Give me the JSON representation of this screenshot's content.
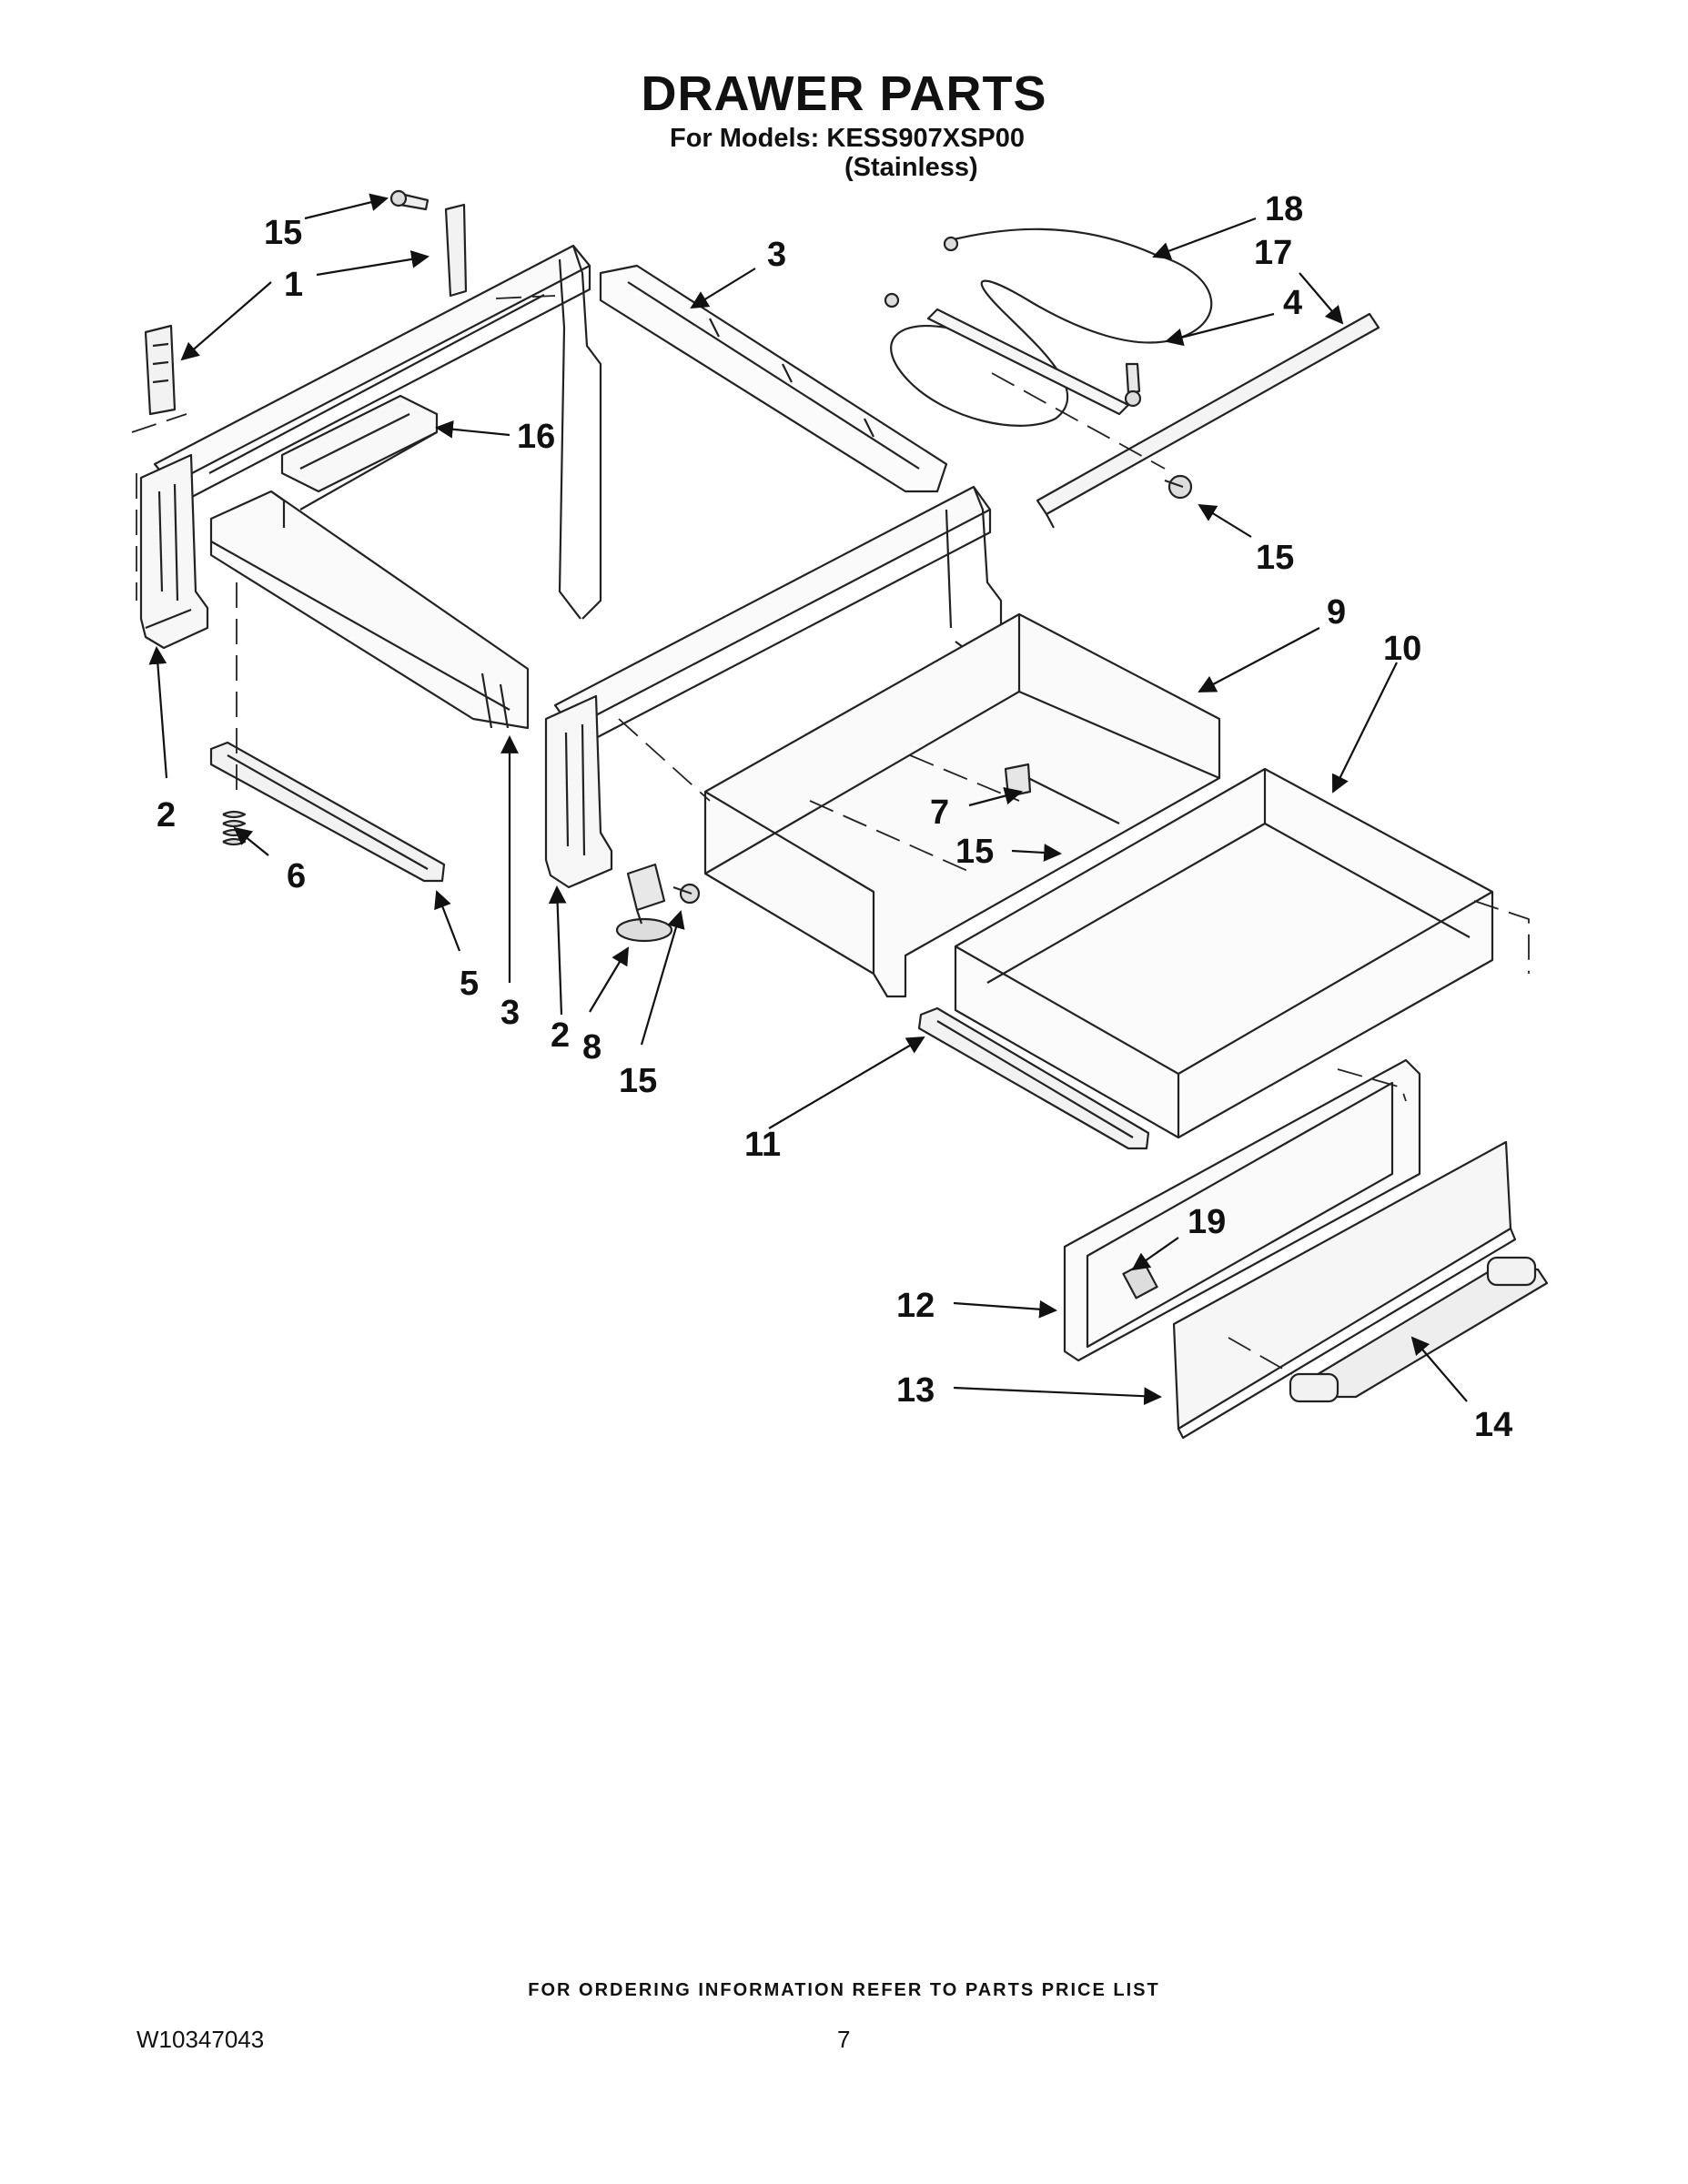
{
  "header": {
    "title": "DRAWER PARTS",
    "models_line": "For Models: KESS907XSP00",
    "finish_line": "(Stainless)"
  },
  "callouts": [
    "15",
    "1",
    "3",
    "18",
    "17",
    "4",
    "16",
    "15",
    "2",
    "9",
    "10",
    "7",
    "15",
    "6",
    "5",
    "3",
    "2",
    "8",
    "15",
    "11",
    "19",
    "12",
    "13",
    "14"
  ],
  "footer": {
    "note": "FOR ORDERING INFORMATION REFER TO PARTS PRICE LIST",
    "doc_number": "W10347043",
    "page_number": "7"
  }
}
